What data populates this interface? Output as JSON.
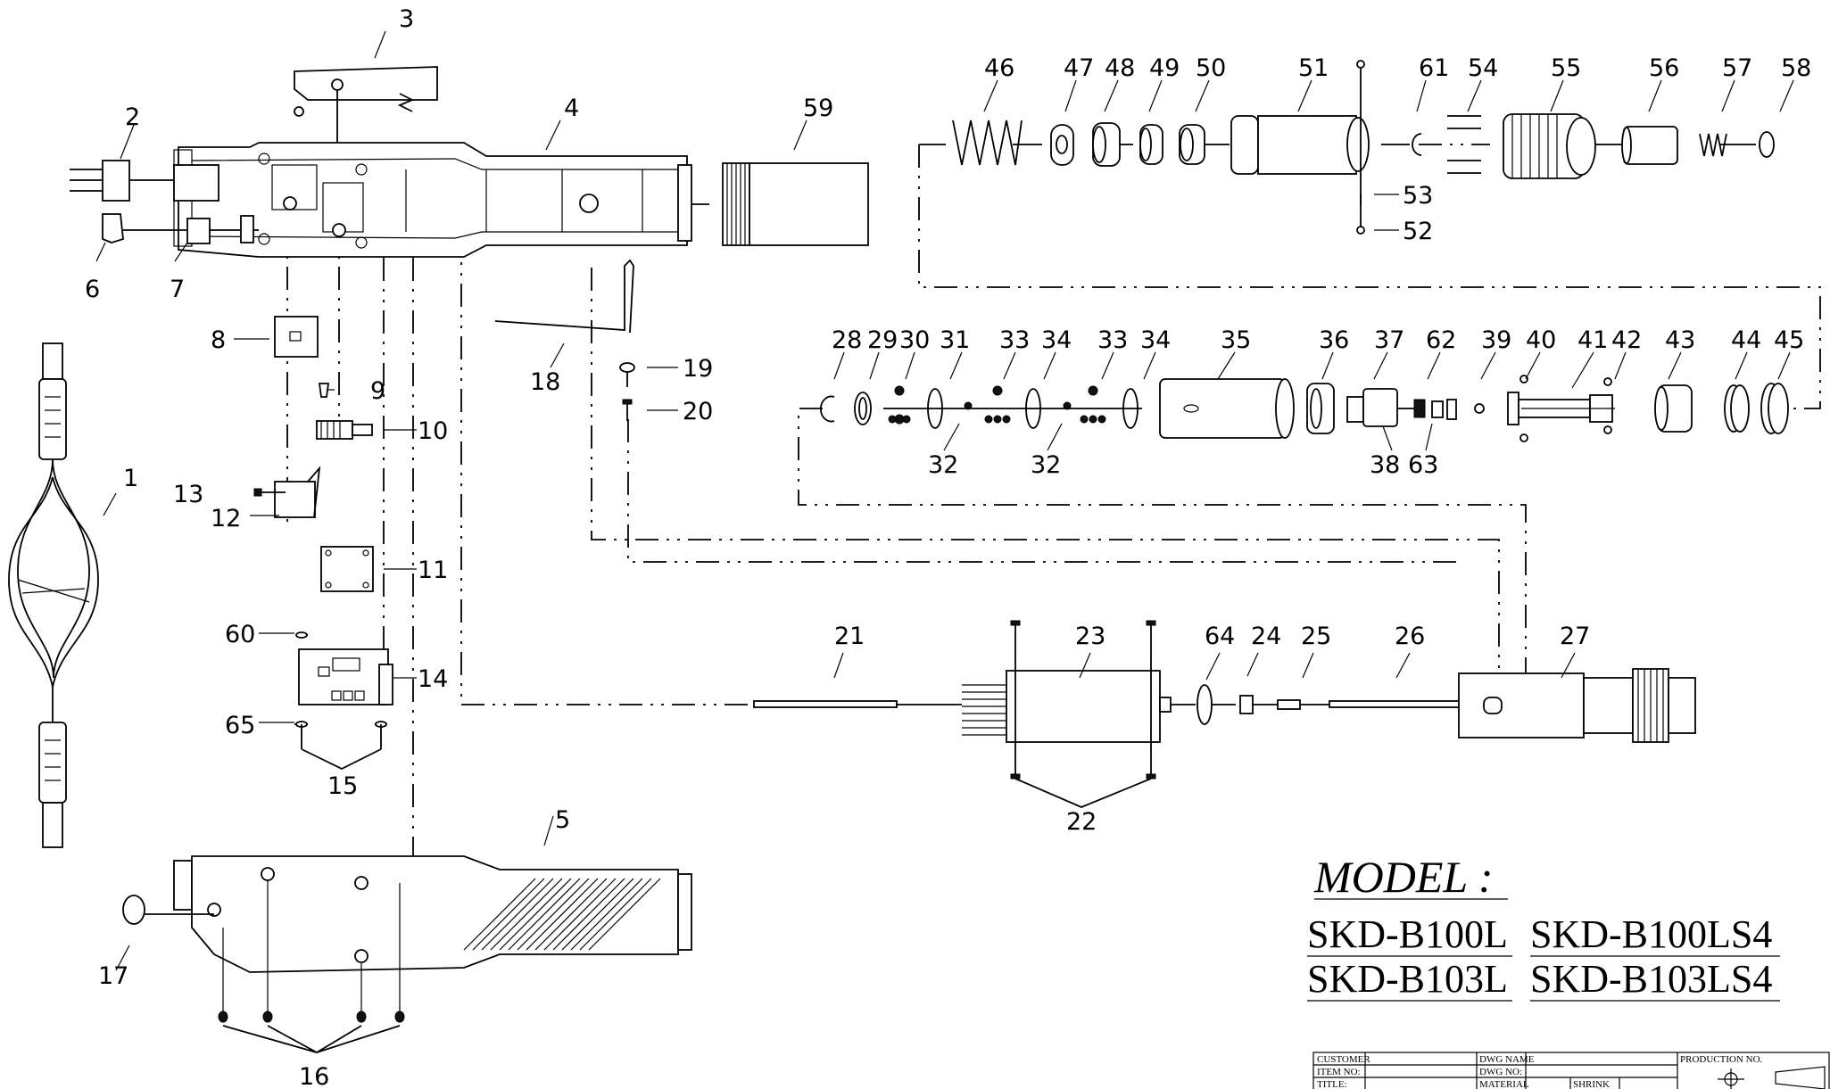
{
  "model": {
    "heading": "MODEL :",
    "models": [
      "SKD-B100L",
      "SKD-B100LS4",
      "SKD-B103L",
      "SKD-B103LS4"
    ]
  },
  "title_block": {
    "customer": "CUSTOMER",
    "item_no": "ITEM NO:",
    "title": "TITLE:",
    "dwg_name": "DWG NAME",
    "dwg_no": "DWG NO:",
    "material": "MATERIAL",
    "shrink": "SHRINK",
    "production_no": "PRODUCTION NO."
  },
  "labels": {
    "p1": "1",
    "p2": "2",
    "p3": "3",
    "p4": "4",
    "p5": "5",
    "p6": "6",
    "p7": "7",
    "p8": "8",
    "p9": "9",
    "p10": "10",
    "p11": "11",
    "p12": "12",
    "p13": "13",
    "p14": "14",
    "p15": "15",
    "p16": "16",
    "p17": "17",
    "p18": "18",
    "p19": "19",
    "p20": "20",
    "p21": "21",
    "p22": "22",
    "p23": "23",
    "p24": "24",
    "p25": "25",
    "p26": "26",
    "p27": "27",
    "p28": "28",
    "p29": "29",
    "p30": "30",
    "p31": "31",
    "p32a": "32",
    "p32b": "32",
    "p33a": "33",
    "p33b": "33",
    "p34a": "34",
    "p34b": "34",
    "p35": "35",
    "p36": "36",
    "p37": "37",
    "p38": "38",
    "p39": "39",
    "p40": "40",
    "p41": "41",
    "p42": "42",
    "p43": "43",
    "p44": "44",
    "p45": "45",
    "p46": "46",
    "p47": "47",
    "p48": "48",
    "p49": "49",
    "p50": "50",
    "p51": "51",
    "p52": "52",
    "p53": "53",
    "p54": "54",
    "p55": "55",
    "p56": "56",
    "p57": "57",
    "p58": "58",
    "p59": "59",
    "p60": "60",
    "p61": "61",
    "p62": "62",
    "p63": "63",
    "p64": "64",
    "p65": "65"
  }
}
